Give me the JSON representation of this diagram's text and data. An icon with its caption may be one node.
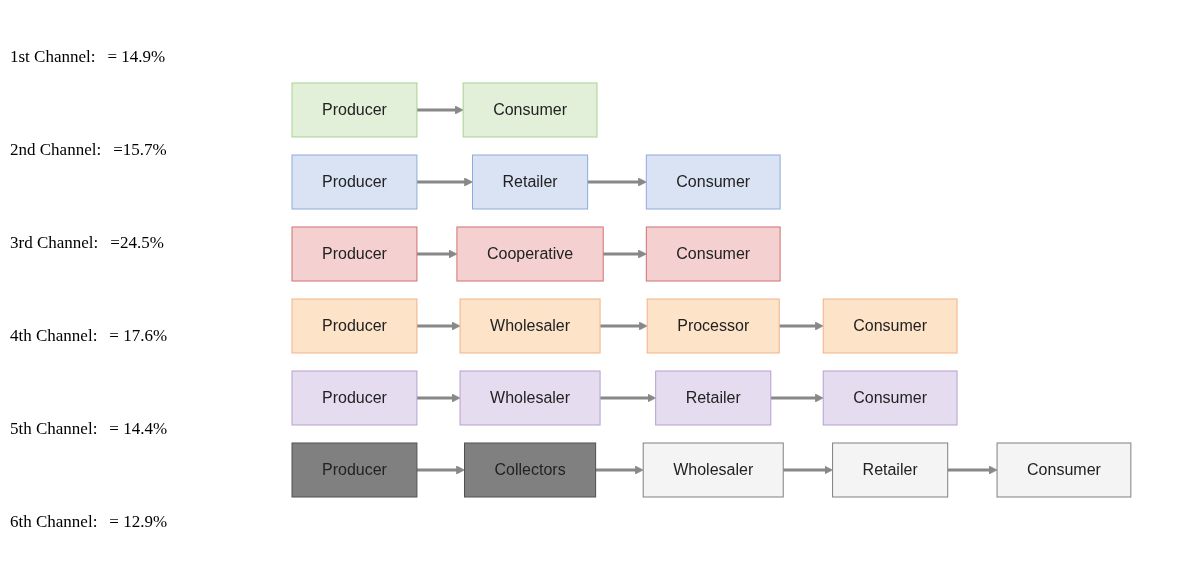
{
  "diagram": {
    "nodes": [
      {
        "text": [
          "Producer"
        ]
      },
      {
        "text": [
          "Consumer"
        ]
      },
      {
        "text": [
          "Producer"
        ]
      },
      {
        "text": [
          "Retailer"
        ]
      },
      {
        "text": [
          "Consumer"
        ]
      },
      {
        "text": [
          "Producer"
        ]
      },
      {
        "text": [
          "Cooperative"
        ]
      },
      {
        "text": [
          "Consumer"
        ]
      },
      {
        "text": [
          "Producer"
        ]
      },
      {
        "text": [
          "Wholesaler"
        ]
      },
      {
        "text": [
          "Processor"
        ]
      },
      {
        "text": [
          "Consumer"
        ]
      },
      {
        "text": [
          "Producer"
        ]
      },
      {
        "text": [
          "Wholesaler"
        ]
      },
      {
        "text": [
          "Retailer"
        ]
      },
      {
        "text": [
          "Consumer"
        ]
      },
      {
        "text": [
          "Producer"
        ]
      },
      {
        "text": [
          "Collectors"
        ]
      },
      {
        "text": [
          "Wholesaler"
        ]
      },
      {
        "text": [
          "Retailer"
        ]
      },
      {
        "text": [
          "Consumer"
        ]
      }
    ],
    "edges": [
      {
        "from": 0,
        "to": 1,
        "arrow": "to"
      },
      {
        "from": 2,
        "to": 3,
        "arrow": "to"
      },
      {
        "from": 3,
        "to": 4,
        "arrow": "to"
      },
      {
        "from": 5,
        "to": 6,
        "arrow": "to"
      },
      {
        "from": 6,
        "to": 7,
        "arrow": "to"
      },
      {
        "from": 8,
        "to": 9,
        "arrow": "to"
      },
      {
        "from": 9,
        "to": 10,
        "arrow": "to"
      },
      {
        "from": 10,
        "to": 11,
        "arrow": "to"
      },
      {
        "from": 12,
        "to": 13,
        "arrow": "to"
      },
      {
        "from": 13,
        "to": 14,
        "arrow": "to"
      },
      {
        "from": 14,
        "to": 15,
        "arrow": "to"
      },
      {
        "from": 16,
        "to": 17,
        "arrow": "to"
      },
      {
        "from": 17,
        "to": 18,
        "arrow": "to"
      },
      {
        "from": 18,
        "to": 19,
        "arrow": "to"
      },
      {
        "from": 19,
        "to": 20,
        "arrow": "to"
      }
    ],
    "labels": [
      "1st Channel:",
      "= 14.9%",
      "2nd Channel:",
      "=15.7%",
      "3rd Channel:",
      "=24.5%",
      "4th Channel:",
      "= 17.6%",
      "5th Channel:",
      "= 14.4%",
      "6th Channel:",
      "= 12.9%"
    ]
  }
}
